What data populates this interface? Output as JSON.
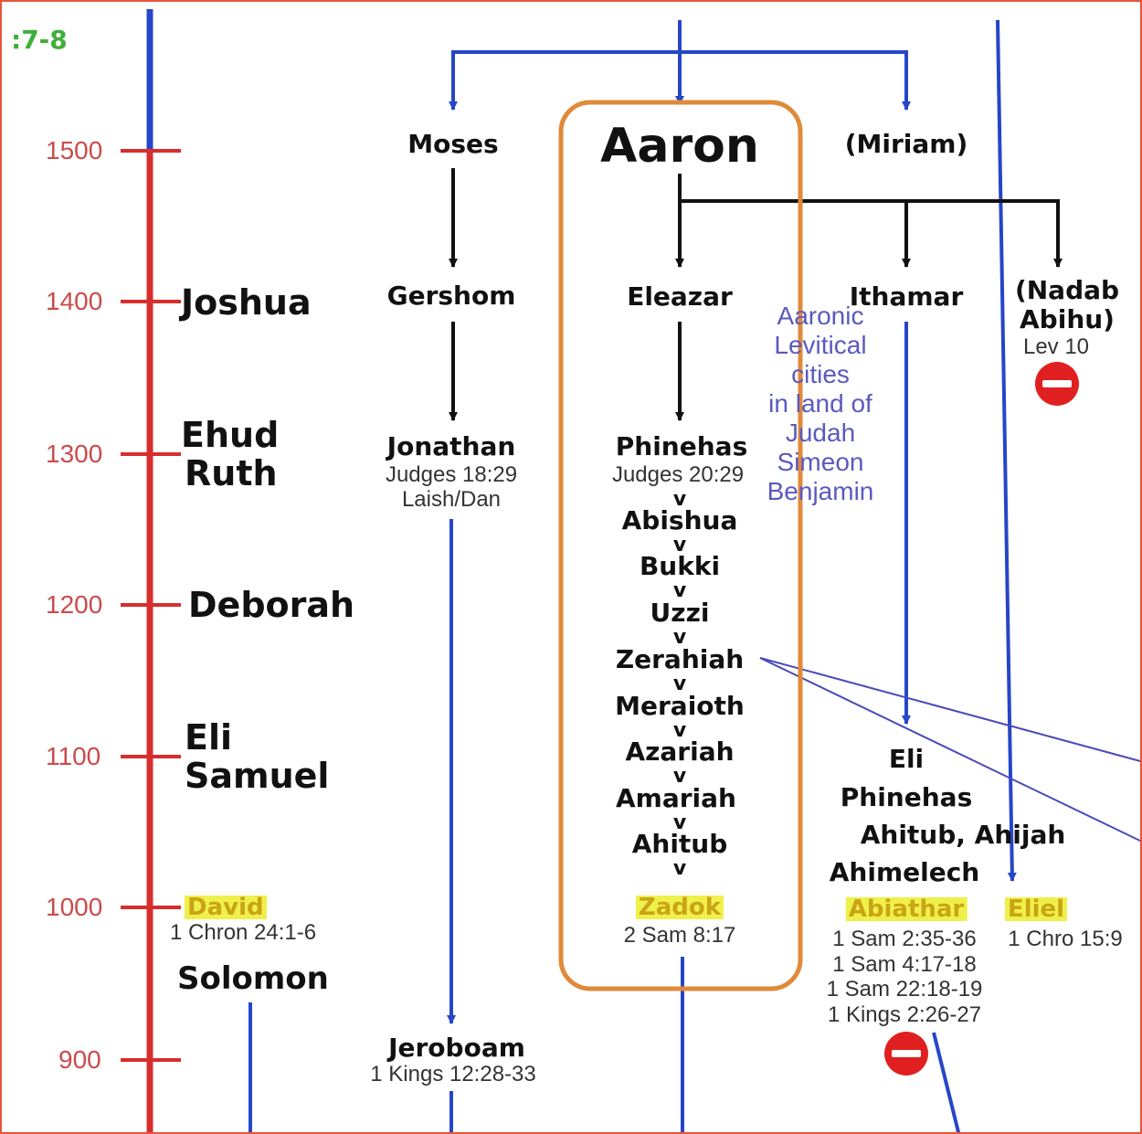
{
  "corner_ref": ":7-8",
  "timeline": {
    "years": [
      "1500",
      "1400",
      "1300",
      "1200",
      "1100",
      "1000",
      "900"
    ],
    "joshua": "Joshua",
    "ehud": "Ehud",
    "ruth": "Ruth",
    "deborah": "Deborah",
    "eli": "Eli",
    "samuel": "Samuel",
    "david": "David",
    "david_ref": "1 Chron 24:1-6",
    "solomon": "Solomon"
  },
  "moses_line": {
    "moses": "Moses",
    "gershom": "Gershom",
    "jonathan": "Jonathan",
    "jonathan_ref1": "Judges 18:29",
    "jonathan_ref2": "Laish/Dan",
    "jeroboam": "Jeroboam",
    "jeroboam_ref": "1 Kings 12:28-33"
  },
  "aaron_line": {
    "aaron": "Aaron",
    "eleazar": "Eleazar",
    "phinehas": "Phinehas",
    "phinehas_ref": "Judges 20:29",
    "abishua": "Abishua",
    "bukki": "Bukki",
    "uzzi": "Uzzi",
    "zerahiah": "Zerahiah",
    "meraioth": "Meraioth",
    "azariah": "Azariah",
    "amariah": "Amariah",
    "ahitub": "Ahitub",
    "chevron": "v",
    "zadok": "Zadok",
    "zadok_ref": "2 Sam 8:17"
  },
  "cities_note": {
    "line1": "Aaronic",
    "line2": "Levitical",
    "line3": "cities",
    "line4": "in land of",
    "line5": "Judah",
    "line6": "Simeon",
    "line7": "Benjamin"
  },
  "ithamar_line": {
    "miriam": "(Miriam)",
    "ithamar": "Ithamar",
    "eli": "Eli",
    "phinehas": "Phinehas",
    "ahitub_ahijah": "Ahitub, Ahijah",
    "ahimelech": "Ahimelech",
    "abiathar": "Abiathar",
    "abiathar_refs": [
      "1 Sam 2:35-36",
      "1 Sam 4:17-18",
      "1 Sam 22:18-19",
      "1 Kings 2:26-27"
    ],
    "eliel": "Eliel",
    "eliel_ref": "1 Chro 15:9"
  },
  "nadab_abihu": {
    "line1": "(Nadab",
    "line2": "Abihu)",
    "ref": "Lev 10"
  },
  "colors": {
    "timeline_red": "#d62e2e",
    "timeline_blue": "#2646c8",
    "arrow_blue": "#2646c8",
    "box_orange": "#e08a3a",
    "highlight": "#f0f04a"
  }
}
